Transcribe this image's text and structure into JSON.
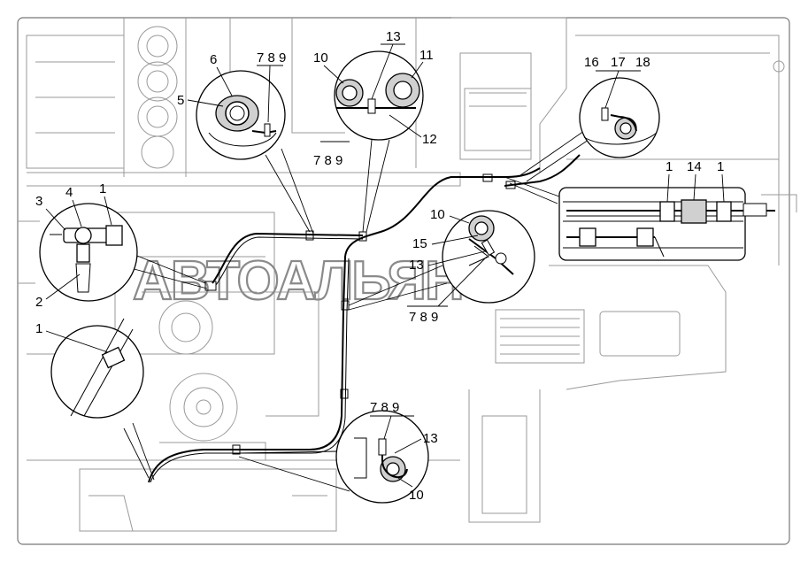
{
  "watermark": "АВТОАЛЬЯНС",
  "callouts": {
    "a": {
      "labels": [
        "5",
        "6",
        "7 8 9"
      ]
    },
    "b": {
      "labels": [
        "10",
        "13",
        "11",
        "12",
        "7 8 9"
      ]
    },
    "c": {
      "labels": [
        "16",
        "17",
        "18"
      ]
    },
    "d": {
      "labels": [
        "3",
        "4",
        "1",
        "2"
      ]
    },
    "e": {
      "labels": [
        "10",
        "15",
        "13",
        "7 8 9"
      ]
    },
    "f": {
      "labels": [
        "1"
      ]
    },
    "g": {
      "labels": [
        "7 8 9",
        "13",
        "10"
      ]
    },
    "h": {
      "labels": [
        "1",
        "14",
        "1"
      ]
    }
  }
}
